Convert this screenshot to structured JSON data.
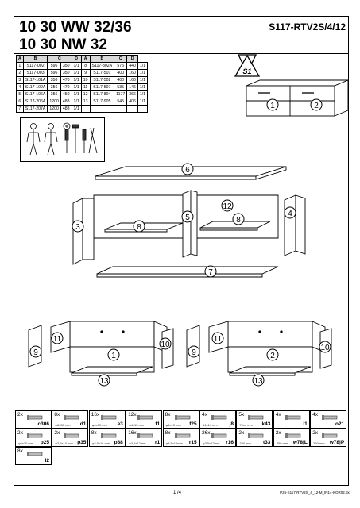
{
  "header": {
    "title_line1": "10 30 WW 32/36",
    "title_line2": "10 30 NW 32",
    "product_code": "S117-RTV2S/4/12"
  },
  "parts_table": {
    "columns": [
      "A",
      "B",
      "C",
      "D",
      "A",
      "B",
      "C",
      "D"
    ],
    "rows": [
      [
        "1",
        "S117-002",
        "596",
        "350",
        "1/1",
        "8",
        "S117-302A",
        "575",
        "440",
        "1/1"
      ],
      [
        "2",
        "S117-003",
        "596",
        "350",
        "1/1",
        "9",
        "S117-501",
        "400",
        "160",
        "1/1"
      ],
      [
        "3",
        "S117-101A",
        "356",
        "470",
        "1/1",
        "10",
        "S117-502",
        "400",
        "160",
        "1/1"
      ],
      [
        "4",
        "S117-102A",
        "356",
        "470",
        "1/1",
        "11",
        "S117-507",
        "535",
        "146",
        "1/1"
      ],
      [
        "5",
        "S117-106A",
        "356",
        "450",
        "1/1",
        "12",
        "S117-804",
        "1177",
        "366",
        "1/1"
      ],
      [
        "6",
        "S117-206A",
        "1200",
        "488",
        "1/1",
        "13",
        "S117-905",
        "545",
        "406",
        "1/1"
      ],
      [
        "7",
        "S117-207A",
        "1200",
        "488",
        "1/1",
        "",
        "",
        "",
        "",
        ""
      ]
    ]
  },
  "warning_label": "S1",
  "callouts": {
    "overview": [
      "1",
      "2"
    ],
    "exploded": [
      "6",
      "12",
      "5",
      "4",
      "3",
      "8",
      "8",
      "7"
    ],
    "drawer_left": [
      "11",
      "9",
      "10",
      "1",
      "13"
    ],
    "drawer_right": [
      "11",
      "9",
      "10",
      "2",
      "13"
    ]
  },
  "fittings": [
    {
      "qty": "2x",
      "code": "c306",
      "desc": ""
    },
    {
      "qty": "8x",
      "code": "d1",
      "desc": "φ8x30 mm"
    },
    {
      "qty": "16x",
      "code": "e3",
      "desc": "φ4x30 mm"
    },
    {
      "qty": "12x",
      "code": "f1",
      "desc": "φ4x13 mm"
    },
    {
      "qty": "8x",
      "code": "f25",
      "desc": "φ4x13 mm"
    },
    {
      "qty": "4x",
      "code": "j8",
      "desc": "14x14 mm"
    },
    {
      "qty": "5x",
      "code": "k43",
      "desc": "70x4 mm"
    },
    {
      "qty": "4x",
      "code": "l1",
      "desc": ""
    },
    {
      "qty": "4x",
      "code": "o21",
      "desc": ""
    },
    {
      "qty": "2x",
      "code": "p25",
      "desc": "φ5x10 mm"
    },
    {
      "qty": "2x",
      "code": "p35",
      "desc": "φ3,5x10 mm"
    },
    {
      "qty": "8x",
      "code": "p38",
      "desc": "φ3,5x16 mm"
    },
    {
      "qty": "16x",
      "code": "r1",
      "desc": "φ3,5x12mm"
    },
    {
      "qty": "8x",
      "code": "r15",
      "desc": "φ3,5x16mm"
    },
    {
      "qty": "26x",
      "code": "r16",
      "desc": "φ3,5x12mm"
    },
    {
      "qty": "2x",
      "code": "t33",
      "desc": "380 mm"
    },
    {
      "qty": "2x",
      "code": "w78|L",
      "desc": "350 mm"
    },
    {
      "qty": "2x",
      "code": "w78|P",
      "desc": "350 mm"
    },
    {
      "qty": "8x",
      "code": "l2",
      "desc": ""
    }
  ],
  "footer": {
    "page": "1 /4",
    "reference": "P26-S117-RTV2S_4_12-M_IN14-KOR02.dxf"
  }
}
